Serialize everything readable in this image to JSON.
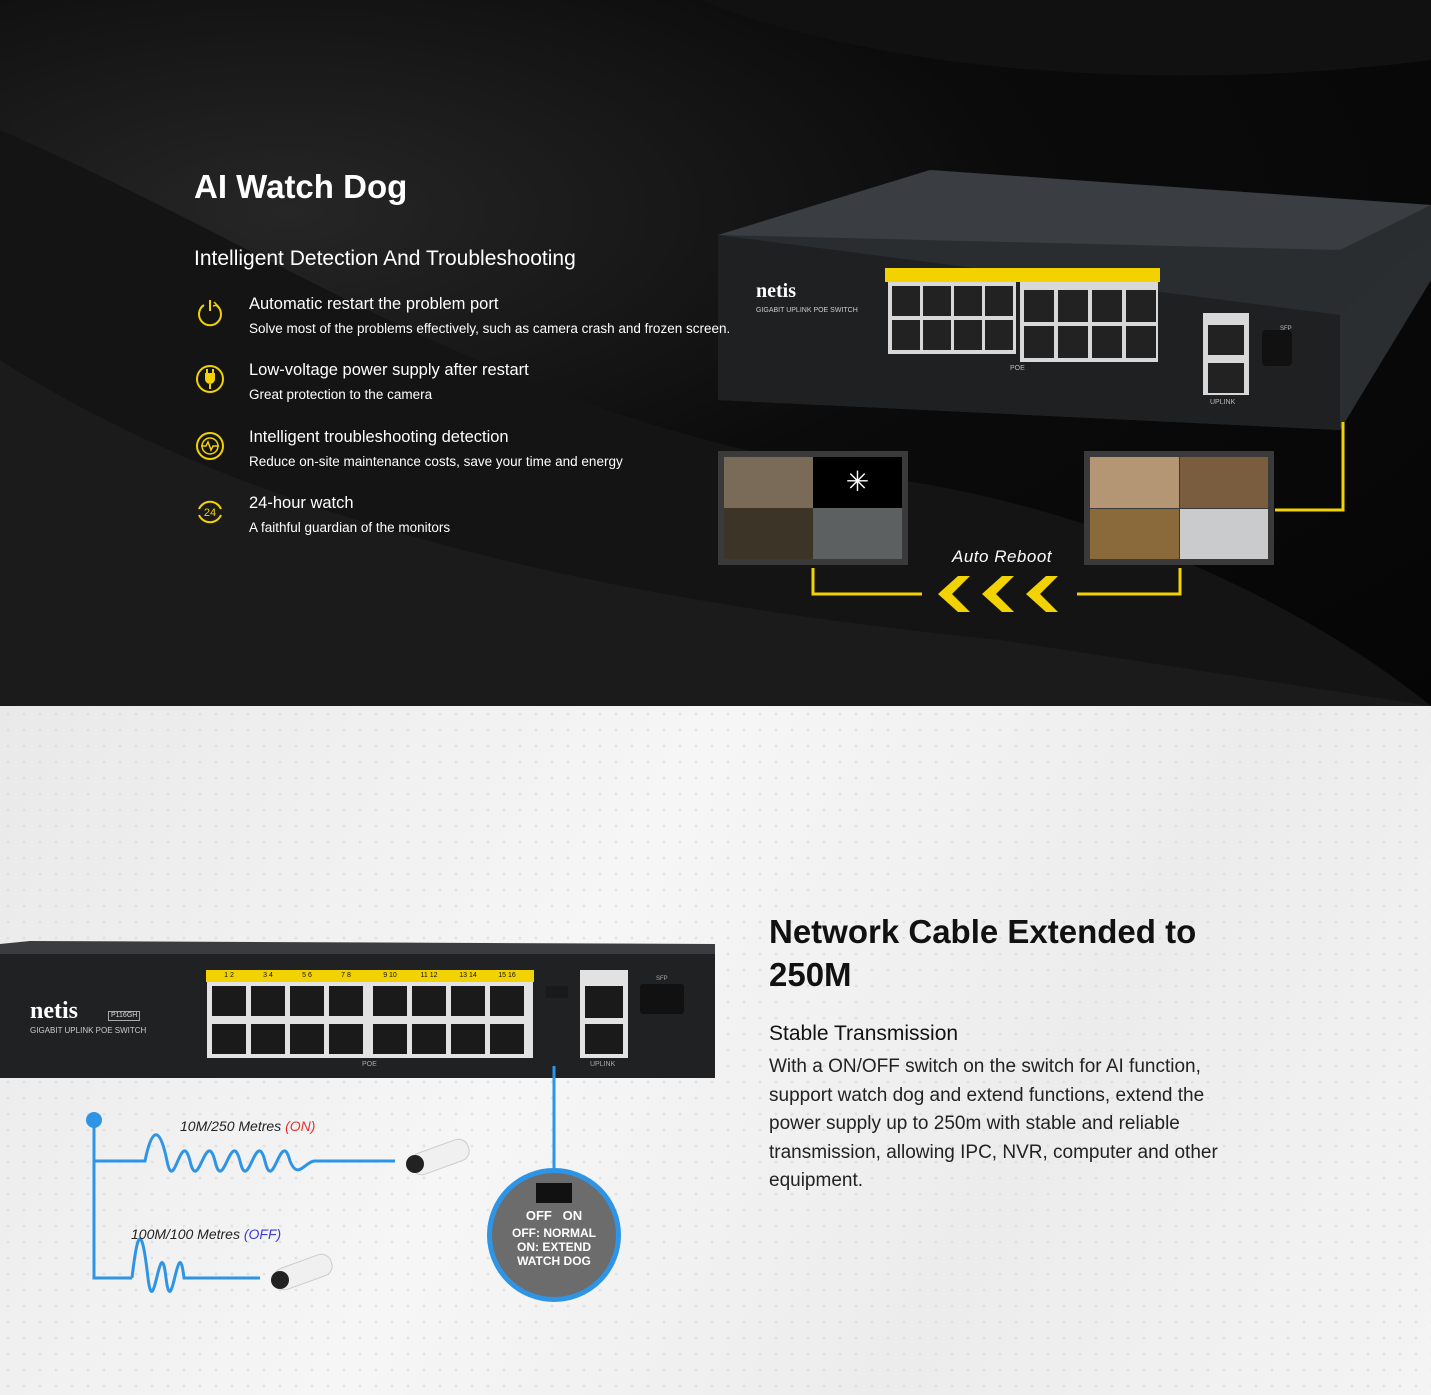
{
  "section1": {
    "title": "AI Watch Dog",
    "subtitle": "Intelligent Detection And Troubleshooting",
    "features": [
      {
        "icon": "power-restart-icon",
        "title": "Automatic restart the problem port",
        "desc": "Solve most of the problems effectively, such as camera crash and frozen screen."
      },
      {
        "icon": "power-plug-icon",
        "title": "Low-voltage power supply after restart",
        "desc": "Great protection to the camera"
      },
      {
        "icon": "pulse-detection-icon",
        "title": "Intelligent troubleshooting detection",
        "desc": "Reduce on-site maintenance costs, save your time and energy"
      },
      {
        "icon": "24-hour-icon",
        "title": "24-hour watch",
        "desc": "A faithful guardian of the monitors"
      }
    ],
    "auto_reboot": "Auto Reboot",
    "accent": "#f2d200"
  },
  "device": {
    "brand": "netis",
    "model": "P116GH",
    "desc": "GIGABIT UPLINK POE SWITCH",
    "poe_label": "POE",
    "uplink_label": "UPLINK",
    "sfp_label": "SFP",
    "port_labels": [
      "1 2",
      "3 4",
      "5 6",
      "7 8",
      "9 10",
      "11 12",
      "13 14",
      "15 16"
    ]
  },
  "section2": {
    "title": "Network Cable Extended to 250M",
    "subtitle": "Stable Transmission",
    "body": "With a ON/OFF switch on the switch for AI function, support watch dog and extend functions, extend the power supply up to 250m with stable and reliable transmission, allowing IPC, NVR, computer and other equipment.",
    "line_on": {
      "text": "10M/250 Metres ",
      "mode": "(ON)"
    },
    "line_off": {
      "text": "100M/100 Metres ",
      "mode": "(OFF)"
    },
    "switch_callout": {
      "states": "OFF   ON",
      "off": "OFF: NORMAL",
      "on": "ON: EXTEND",
      "wd": "WATCH DOG"
    },
    "accent": "#2e95e6"
  }
}
